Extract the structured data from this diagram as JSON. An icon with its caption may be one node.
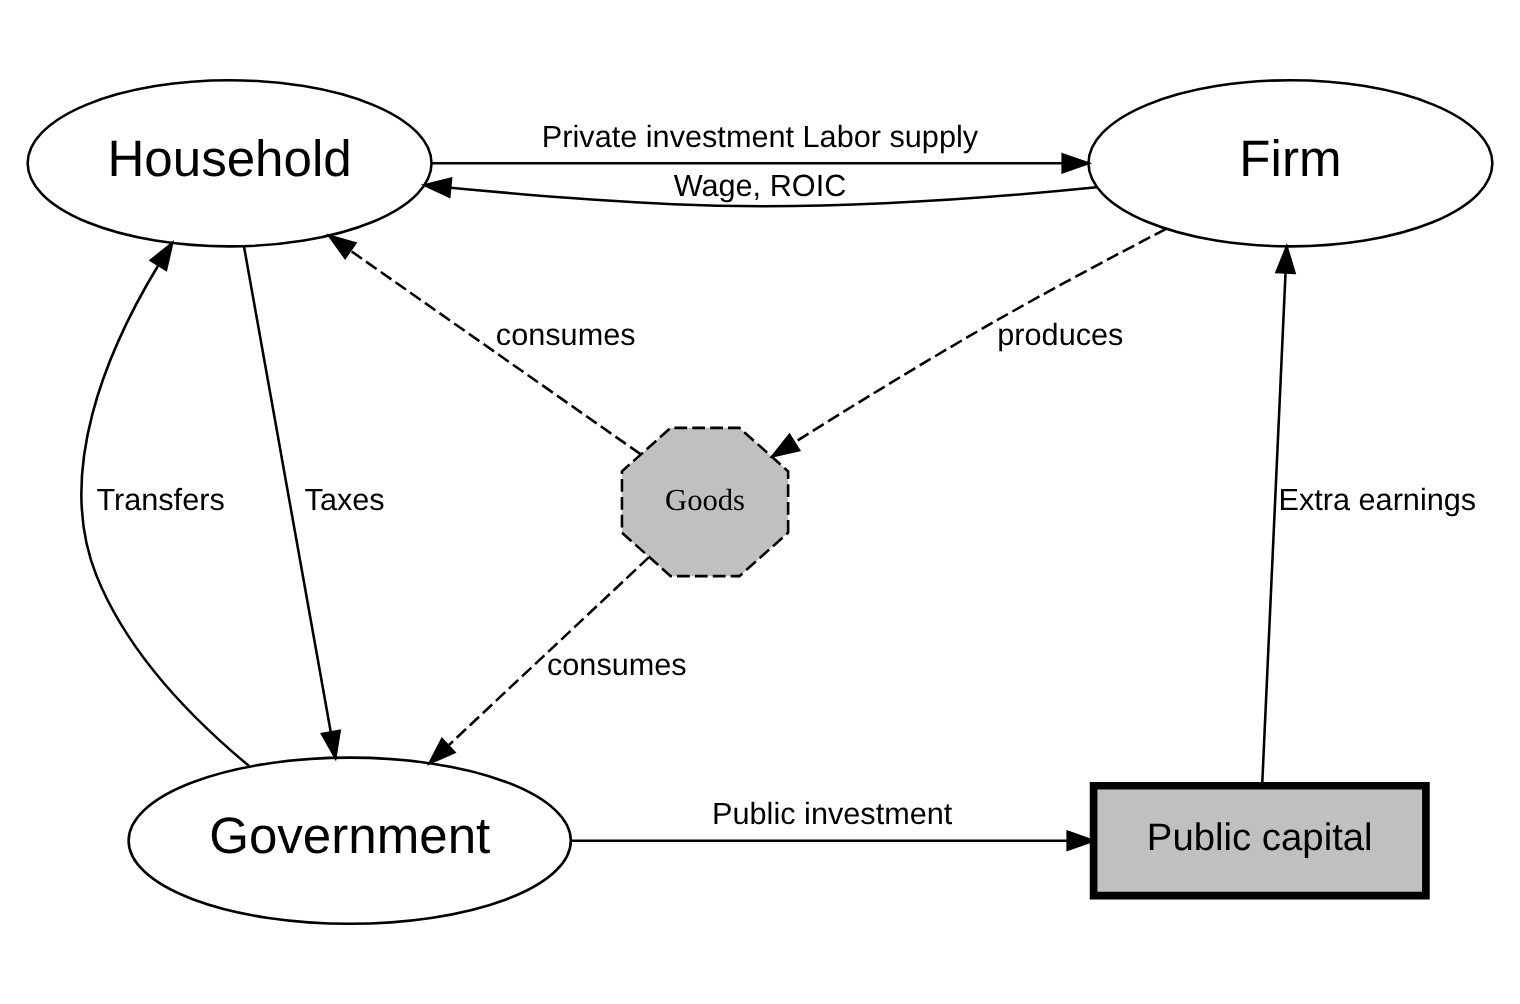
{
  "diagram": {
    "nodes": [
      {
        "text": [
          "Household"
        ]
      },
      {
        "text": [
          "Firm"
        ]
      },
      {
        "text": [
          "Goods"
        ]
      },
      {
        "text": [
          "Government"
        ]
      },
      {
        "text": [
          "Public capital"
        ]
      }
    ],
    "edges": [
      {
        "from": 0,
        "to": 1,
        "arrow": "to",
        "label": "Private investment Labor supply"
      },
      {
        "from": 1,
        "to": 0,
        "arrow": "to",
        "label": "Wage, ROIC"
      },
      {
        "from": 2,
        "to": 0,
        "arrow": "to",
        "label": "consumes",
        "style": "dashed"
      },
      {
        "from": 1,
        "to": 2,
        "arrow": "to",
        "label": "produces",
        "style": "dashed"
      },
      {
        "from": 2,
        "to": 3,
        "arrow": "to",
        "label": "consumes",
        "style": "dashed"
      },
      {
        "from": 0,
        "to": 3,
        "arrow": "to",
        "label": "Taxes"
      },
      {
        "from": 3,
        "to": 0,
        "arrow": "to",
        "label": "Transfers"
      },
      {
        "from": 3,
        "to": 4,
        "arrow": "to",
        "label": "Public investment"
      },
      {
        "from": 4,
        "to": 1,
        "arrow": "to",
        "label": "Extra earnings"
      }
    ]
  }
}
